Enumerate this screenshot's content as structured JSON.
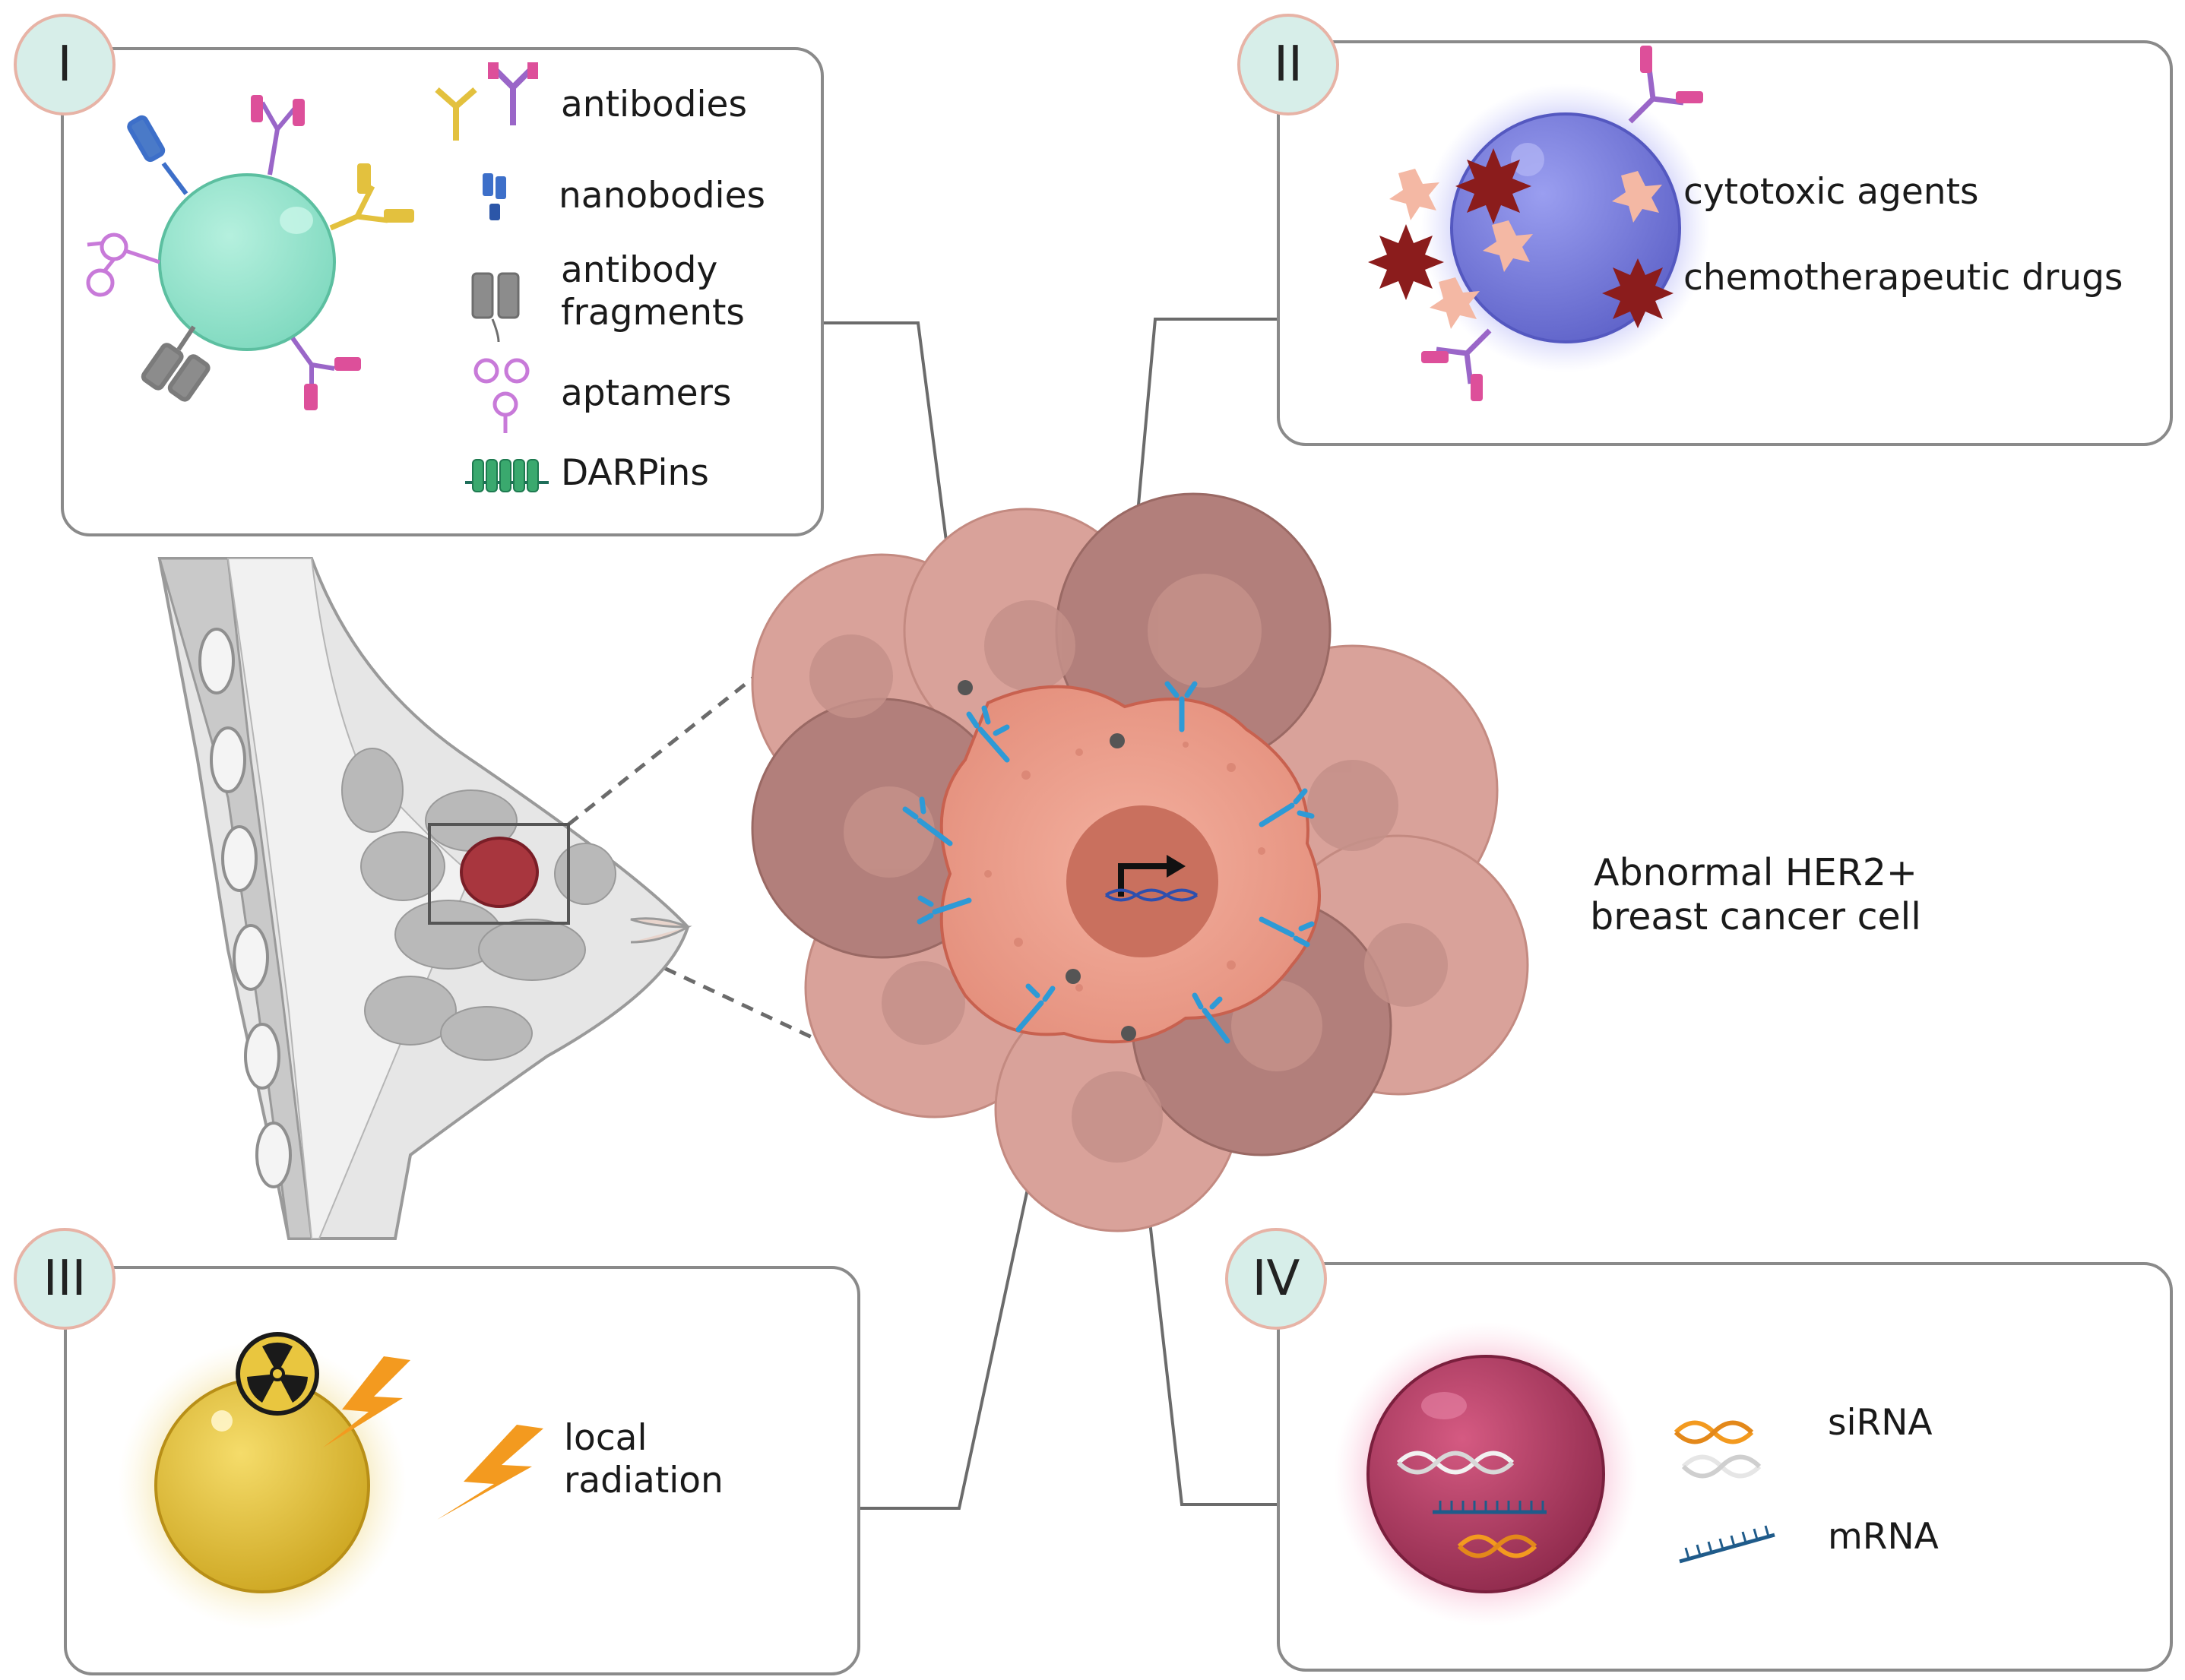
{
  "panel_I": {
    "numeral": "I",
    "items": [
      {
        "label": "antibodies",
        "icon": "antibody-icon"
      },
      {
        "label": "nanobodies",
        "icon": "nanobody-icon"
      },
      {
        "label": "antibody fragments",
        "icon": "antibody-fragment-icon"
      },
      {
        "label": "aptamers",
        "icon": "aptamer-icon"
      },
      {
        "label": "DARPins",
        "icon": "darpin-icon"
      }
    ]
  },
  "panel_II": {
    "numeral": "II",
    "items": [
      {
        "label": "cytotoxic agents",
        "icon": "cytotoxic-star-icon",
        "color": "#f4b8a4"
      },
      {
        "label": "chemotherapeutic drugs",
        "icon": "chemo-star-icon",
        "color": "#8b1c1c"
      }
    ]
  },
  "panel_III": {
    "numeral": "III",
    "items": [
      {
        "label": "local radiation",
        "icon": "lightning-icon"
      }
    ]
  },
  "panel_IV": {
    "numeral": "IV",
    "items": [
      {
        "label": "siRNA",
        "icon": "sirna-icon"
      },
      {
        "label": "mRNA",
        "icon": "mrna-icon"
      }
    ]
  },
  "center": {
    "label": "Abnormal HER2+ breast cancer cell"
  },
  "colors": {
    "nanoparticle_I": "#93e3cc",
    "nanoparticle_II": "#7f83dc",
    "nanoparticle_III": "#e3c13e",
    "nanoparticle_IV": "#b23a63",
    "cell": "#e49a88",
    "receptor": "#2e9ad6",
    "panel_border": "#8a8a8a"
  }
}
